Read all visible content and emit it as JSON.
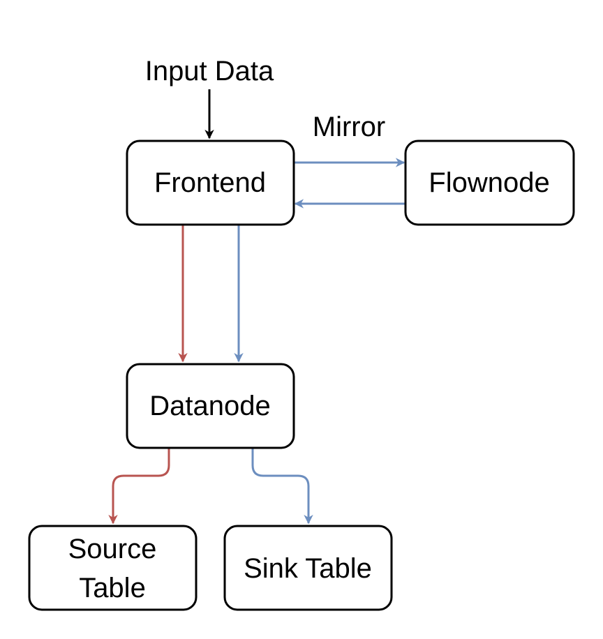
{
  "labels": {
    "input": "Input Data",
    "mirror": "Mirror"
  },
  "nodes": {
    "frontend": "Frontend",
    "flownode": "Flownode",
    "datanode": "Datanode",
    "source_line1": "Source",
    "source_line2": "Table",
    "sink": "Sink Table"
  },
  "colors": {
    "red": "#b85450",
    "blue": "#6c8ebf",
    "black": "#000000"
  }
}
